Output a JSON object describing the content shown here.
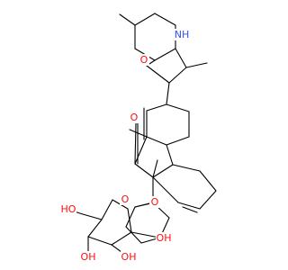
{
  "molecule": {
    "atoms": {
      "nh": "NH",
      "o_ring": "O",
      "o_ketone": "O",
      "o_glycoside": "O",
      "o_sugar_ring": "O",
      "ho_hydroxymethyl": "HO",
      "oh_c4": "OH",
      "oh_c3": "OH",
      "oh_c2": "OH"
    },
    "colors": {
      "bond": "#000000",
      "nitrogen": "#3050F8",
      "oxygen": "#FF0D0D",
      "carbon": "#000000"
    }
  }
}
